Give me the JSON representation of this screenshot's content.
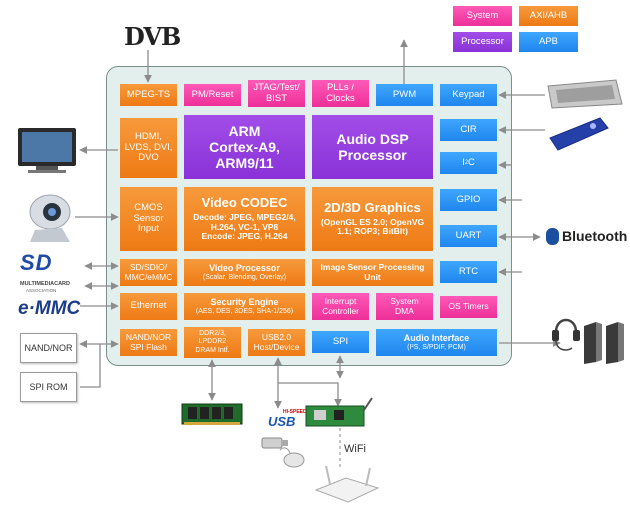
{
  "legend": {
    "system": "System",
    "axi_ahb": "AXI/AHB",
    "processor": "Processor",
    "apb": "APB"
  },
  "logos": {
    "dvb": "DVB",
    "sd": "SD",
    "mmc": "MULTIMEDIACARD",
    "mmc_assoc": "ASSOCIATION",
    "emmc": "e·MMC",
    "bluetooth": "Bluetooth"
  },
  "blocks": {
    "mpeg_ts": "MPEG-TS",
    "pm_reset": "PM/Reset",
    "jtag_line1": "JTAG/Test/",
    "jtag_line2": "BIST",
    "plls_line1": "PLLs /",
    "plls_line2": "Clocks",
    "pwm": "PWM",
    "keypad": "Keypad",
    "hdmi_line1": "HDMI,",
    "hdmi_line2": "LVDS, DVI,",
    "hdmi_line3": "DVO",
    "arm_line1": "ARM",
    "arm_line2": "Cortex-A9,",
    "arm_line3": "ARM9/11",
    "dsp_line1": "Audio DSP",
    "dsp_line2": "Processor",
    "cir": "CIR",
    "i2c": "I",
    "i2c_sup": "2",
    "i2c_end": "C",
    "cmos_line1": "CMOS",
    "cmos_line2": "Sensor",
    "cmos_line3": "Input",
    "codec_title": "Video CODEC",
    "codec_line1": "Decode: JPEG, MPEG2/4,",
    "codec_line2": "H.264, VC-1, VP8",
    "codec_line3": "Encode: JPEG, H.264",
    "gfx_title": "2D/3D Graphics",
    "gfx_line1": "(OpenGL ES 2.0; OpenVG",
    "gfx_line2": "1.1; ROP3; BitBlt)",
    "gpio": "GPIO",
    "uart": "UART",
    "sd_line1": "SD/SDIO/",
    "sd_line2": "MMC/eMMC",
    "vp_title": "Video Processor",
    "vp_sub": "(Scalar, Blending, Overlay)",
    "isp_line1": "Image Sensor Processing",
    "isp_line2": "Unit",
    "rtc": "RTC",
    "ethernet": "Ethernet",
    "sec_title": "Security Engine",
    "sec_sub": "(AES, DES, 3DES, SHA-1/256)",
    "irq_line1": "Interrupt",
    "irq_line2": "Controller",
    "dma_line1": "System",
    "dma_line2": "DMA",
    "timers": "OS Timers",
    "nand_line1": "NAND/NOR",
    "nand_line2": "SPI Flash",
    "ddr_line1": "DDR2/3,",
    "ddr_line2": "LPDDR2",
    "ddr_line3": "DRAM Intf.",
    "usb_line1": "USB2.0",
    "usb_line2": "Host/Device",
    "spi": "SPI",
    "audio_title": "Audio Interface",
    "audio_sub": "(I²S, S/PDIF, PCM)"
  },
  "external": {
    "nand_nor": "NAND/NOR",
    "spi_rom": "SPI ROM",
    "usb_logo": "USB",
    "usb_hispeed": "HI-SPEED",
    "wifi": "WiFi"
  },
  "colors": {
    "system": "#ee2f99",
    "axi_ahb": "#ee7a14",
    "processor": "#8a32d8",
    "apb": "#1f86ee",
    "board": "#e3efec"
  }
}
